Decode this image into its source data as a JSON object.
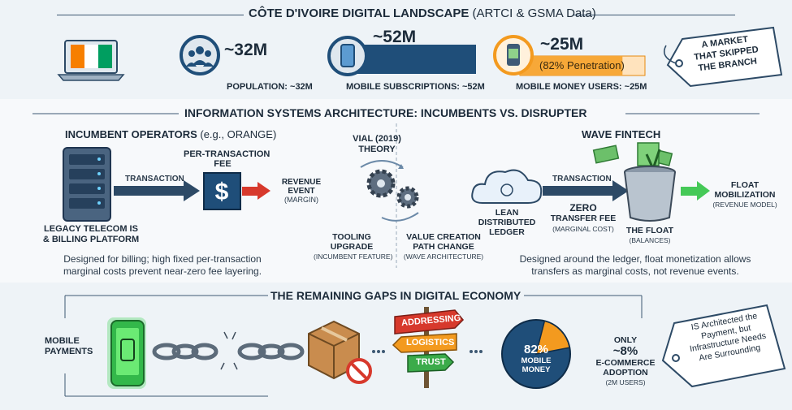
{
  "header": {
    "title_bold": "CÔTE D'IVOIRE DIGITAL LANDSCAPE",
    "title_light": "(ARTCI & GSMA Data)"
  },
  "stats": {
    "population": {
      "value": "~32M",
      "label": "POPULATION: ~32M"
    },
    "mobile_subscriptions": {
      "value": "~52M",
      "label": "MOBILE SUBSCRIPTIONS: ~52M"
    },
    "mobile_money": {
      "value": "~25M",
      "bar_text": "(82% Penetration)",
      "label": "MOBILE MONEY USERS: ~25M",
      "penetration_percent": 82
    }
  },
  "tag_top": {
    "line1": "A MARKET",
    "line2": "THAT SKIPPED",
    "line3": "THE BRANCH"
  },
  "section2": {
    "title": "INFORMATION SYSTEMS ARCHITECTURE: INCUMBENTS VS. DISRUPTER",
    "incumbent": {
      "heading_bold": "INCUMBENT OPERATORS",
      "heading_light": "(e.g., ORANGE)",
      "platform_l1": "LEGACY TELECOM IS",
      "platform_l2": "& BILLING PLATFORM",
      "arrow_label": "TRANSACTION",
      "fee_l1": "PER-TRANSACTION",
      "fee_l2": "FEE",
      "revenue_l1": "REVENUE",
      "revenue_l2": "EVENT",
      "revenue_sub": "(MARGIN)",
      "desc_l1": "Designed for billing; high fixed per-transaction",
      "desc_l2": "marginal costs prevent near-zero fee layering."
    },
    "theory": {
      "title_l1": "VIAL (2019)",
      "title_l2": "THEORY",
      "tooling_l1": "TOOLING",
      "tooling_l2": "UPGRADE",
      "tooling_sub": "(INCUMBENT FEATURE)",
      "value_l1": "VALUE CREATION",
      "value_l2": "PATH CHANGE",
      "value_sub": "(WAVE ARCHITECTURE)"
    },
    "wave": {
      "heading": "WAVE FINTECH",
      "ledger_l1": "LEAN",
      "ledger_l2": "DISTRIBUTED",
      "ledger_l3": "LEDGER",
      "arrow_label": "TRANSACTION",
      "zero_l1": "ZERO",
      "zero_l2": "TRANSFER FEE",
      "zero_sub": "(MARGINAL COST)",
      "float_l1": "THE FLOAT",
      "float_sub": "(BALANCES)",
      "mob_l1": "FLOAT",
      "mob_l2": "MOBILIZATION",
      "mob_sub": "(REVENUE MODEL)",
      "desc_l1": "Designed around the ledger, float monetization allows",
      "desc_l2": "transfers as marginal costs, not revenue events."
    }
  },
  "section3": {
    "title": "THE REMAINING GAPS IN DIGITAL ECONOMY",
    "payments_l1": "MOBILE",
    "payments_l2": "PAYMENTS",
    "signs": [
      "ADDRESSING",
      "LOGISTICS",
      "TRUST"
    ],
    "pie": {
      "percent_text": "82%",
      "l1": "MOBILE",
      "l2": "MONEY",
      "value": 82
    },
    "ecom": {
      "only": "ONLY",
      "value": "~8%",
      "l1": "E-COMMERCE",
      "l2": "ADOPTION",
      "sub": "(2M USERS)"
    },
    "tag": {
      "l1": "IS Architected the",
      "l2": "Payment, but",
      "l3": "Infrastructure Needs",
      "l4": "Are Surrounding"
    }
  },
  "colors": {
    "navy": "#1f4e79",
    "orange": "#f39a1f",
    "green": "#39c24a",
    "red": "#d7392c",
    "ivory_orange": "#f77f00",
    "ivory_green": "#009e60"
  }
}
